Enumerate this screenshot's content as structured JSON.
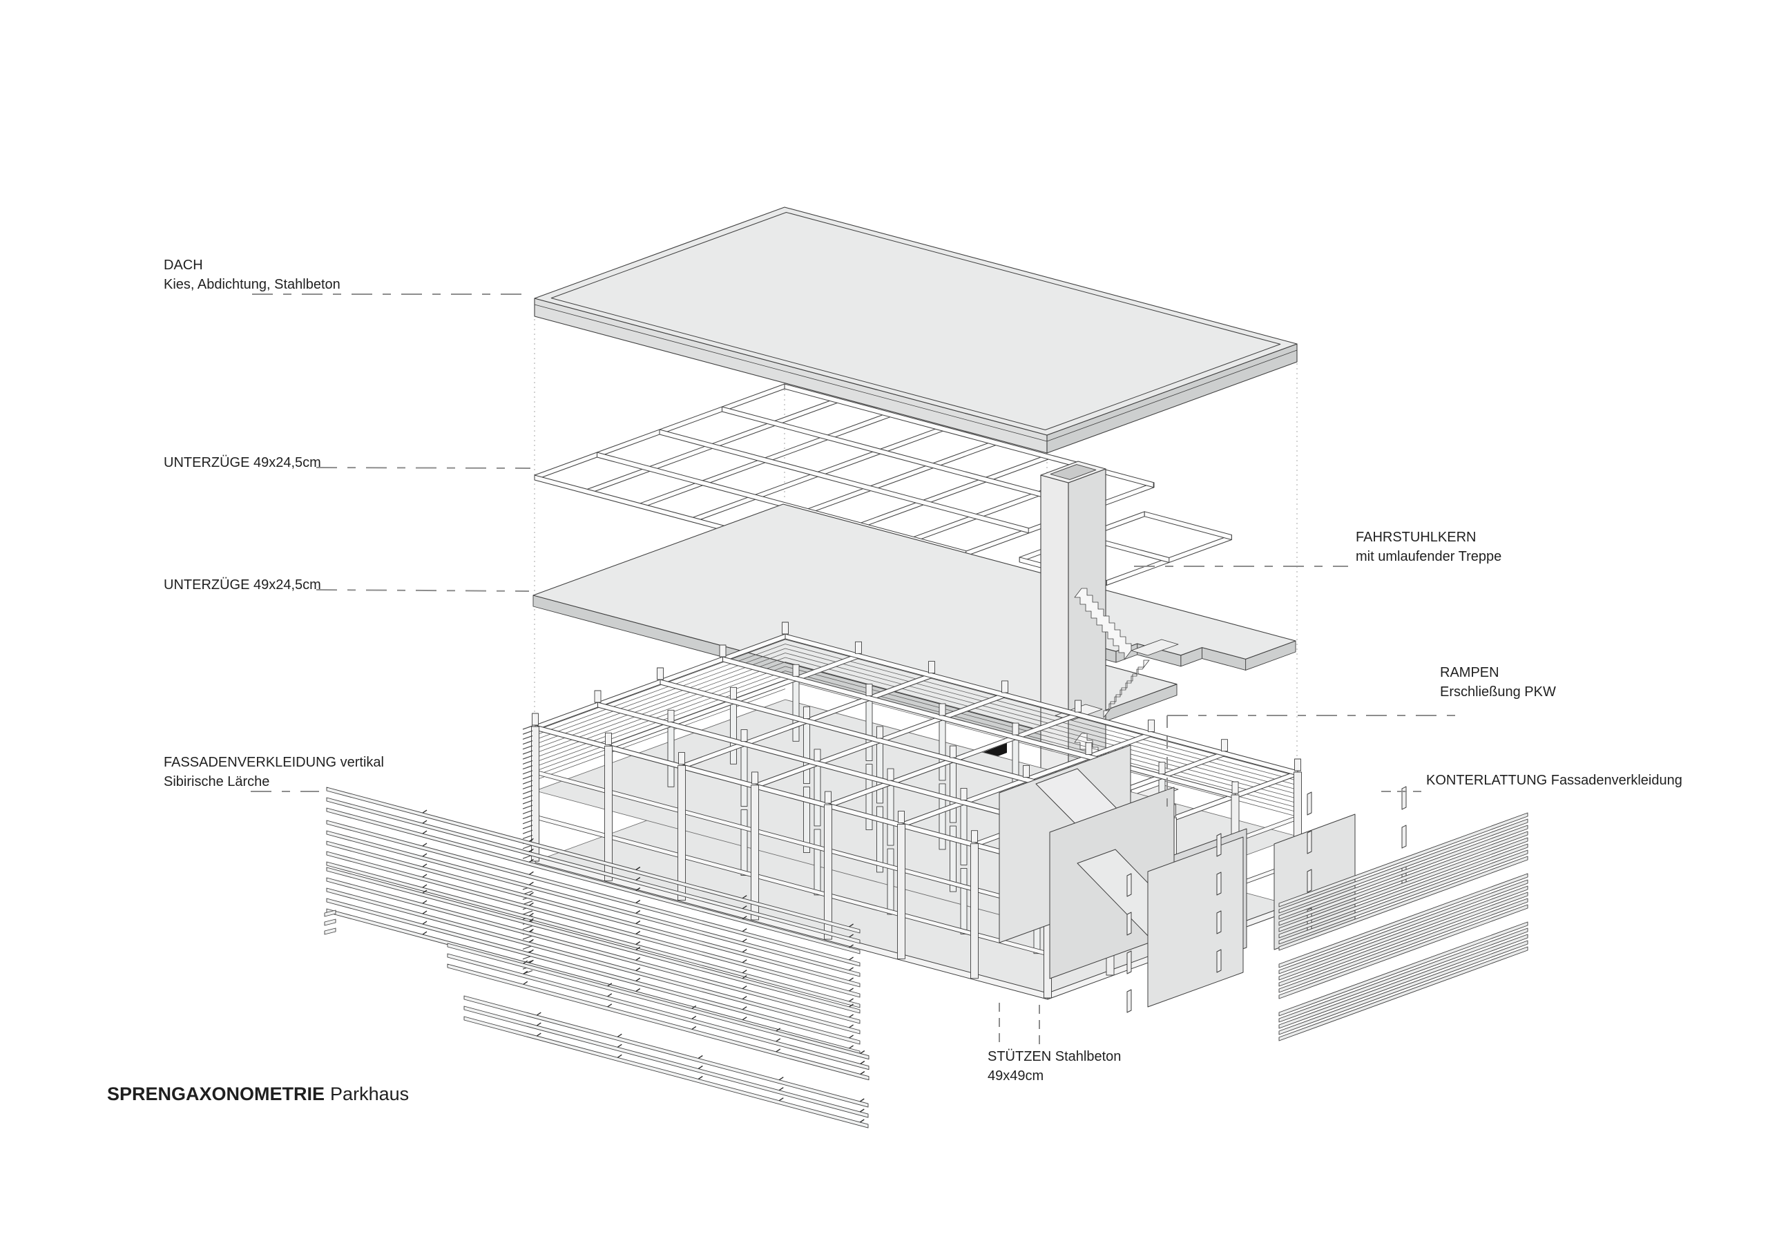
{
  "title": {
    "main": "SPRENGAXONOMETRIE",
    "sub": "Parkhaus"
  },
  "labels": {
    "dach": {
      "line1": "DACH",
      "line2": "Kies, Abdichtung, Stahlbeton"
    },
    "unterzuege_oben": {
      "line1": "UNTERZÜGE 49x24,5cm"
    },
    "unterzuege_unten": {
      "line1": "UNTERZÜGE 49x24,5cm"
    },
    "fahrstuhlkern": {
      "line1": "FAHRSTUHLKERN",
      "line2": "mit umlaufender Treppe"
    },
    "rampen": {
      "line1": "RAMPEN",
      "line2": "Erschließung PKW"
    },
    "fassadenverkleidung": {
      "line1": "FASSADENVERKLEIDUNG vertikal",
      "line2": "Sibirische Lärche"
    },
    "konterlattung": {
      "line1": "KONTERLATTUNG Fassadenverkleidung"
    },
    "stuetzen": {
      "line1": "STÜTZEN Stahlbeton",
      "line2": "49x49cm"
    }
  },
  "drawing": {
    "type": "exploded-axonometric",
    "subject": "Parkhaus",
    "components": [
      "Dach",
      "Unterzüge",
      "Fahrstuhlkern",
      "Rampen",
      "Fassadenverkleidung",
      "Konterlattung",
      "Stützen"
    ]
  },
  "colors": {
    "paper": "#ffffff",
    "ink": "#3f3f3f",
    "text": "#1f1f1f",
    "leader": "#8d8d8d",
    "projection": "#a6a6a6",
    "slabTop": "#e9eaea",
    "slabFaceLight": "#dedfdf",
    "slabFaceDark": "#cdcfcf",
    "beamFill": "#fcfcfc",
    "floorFill": "#e6e7e7",
    "panelFill": "#e2e3e3",
    "wallFill": "#dcdddd",
    "slatFill": "#f0f1f1",
    "coreFace": "#ebebeb",
    "coreSide": "#dcdddd",
    "coreHole": "#c9caca",
    "darkDetail": "#161616"
  }
}
